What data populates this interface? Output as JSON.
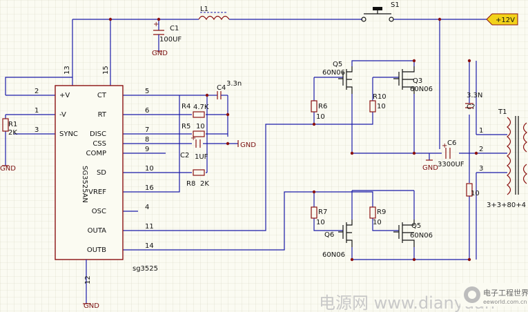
{
  "ic": {
    "part": "SG3525AN",
    "caption": "sg3525",
    "left_pins": [
      {
        "num": "2",
        "name": "+V"
      },
      {
        "num": "1",
        "name": "-V"
      },
      {
        "num": "3",
        "name": "SYNC"
      }
    ],
    "right_pins": [
      {
        "num": "5",
        "name": "CT"
      },
      {
        "num": "6",
        "name": "RT"
      },
      {
        "num": "7",
        "name": "DISC"
      },
      {
        "num": "8",
        "name": "CSS"
      },
      {
        "num": "9",
        "name": "COMP"
      },
      {
        "num": "10",
        "name": "SD"
      },
      {
        "num": "16",
        "name": "VREF"
      },
      {
        "num": "4",
        "name": "OSC"
      },
      {
        "num": "11",
        "name": "OUTA"
      },
      {
        "num": "14",
        "name": "OUTB"
      }
    ],
    "top_pins": [
      "13",
      "15"
    ],
    "bottom_pin": "12"
  },
  "components": {
    "L1": "L1",
    "S1": "S1",
    "C1": "C1",
    "C1_val": "100UF",
    "R1": "R1",
    "R1_val": "2K",
    "C4": "C4",
    "C4_val": "3.3n",
    "R4": "R4",
    "R4_val": "4.7K",
    "R5": "R5",
    "R5_val": "10",
    "C2": "C2",
    "C2_val": "1UF",
    "R8": "R8",
    "R8_val": "2K",
    "R6": "R6",
    "R6_val": "10",
    "R10": "R10",
    "R10_val": "10",
    "R7": "R7",
    "R7_val": "10",
    "R9": "R9",
    "R9_val": "10",
    "Q5a": "Q5",
    "Q5a_val": "60N06",
    "Q3": "Q3",
    "Q3_val": "60N06",
    "Q6": "Q6",
    "Q6_val": "60N06",
    "Q5b": "Q5",
    "Q5b_val": "60N06",
    "C6": "C6",
    "C6_val": "3300UF",
    "Cq": "C?",
    "Cq_val": "3.3N",
    "R_snub_val": "10",
    "T1": "T1",
    "T1_windings": "3+3+80+4",
    "T1_pins": [
      "1",
      "2",
      "3"
    ]
  },
  "power": {
    "vcc": "+12V",
    "gnd": "GND"
  },
  "watermark": {
    "text": "电源网 www.dianyuan",
    "logo_text": "电子工程世界",
    "logo_sub": "eeworld.com.cn"
  },
  "colors": {
    "wire": "#1a1aa8",
    "component": "#8a1010",
    "vcc_flag": "#f2d21a"
  }
}
